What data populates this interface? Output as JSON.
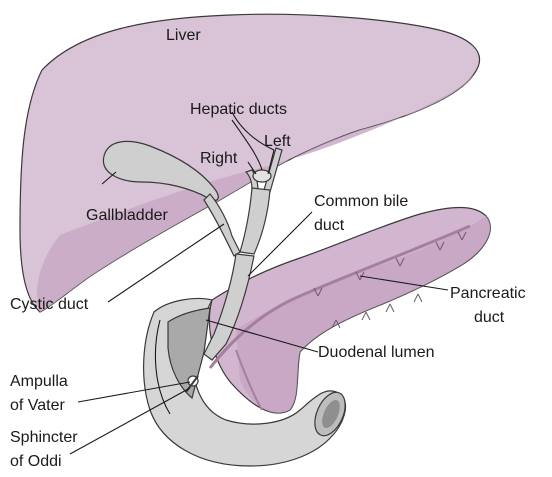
{
  "labels": {
    "liver": "Liver",
    "hepatic_ducts": "Hepatic ducts",
    "right": "Right",
    "left": "Left",
    "gallbladder": "Gallbladder",
    "common_bile_duct": [
      "Common bile",
      "duct"
    ],
    "pancreatic_duct": [
      "Pancreatic",
      "duct"
    ],
    "cystic_duct": "Cystic duct",
    "duodenal_lumen": "Duodenal lumen",
    "ampulla_of_vater": [
      "Ampulla",
      "of Vater"
    ],
    "sphincter_of_oddi": [
      "Sphincter",
      "of Oddi"
    ]
  },
  "colors": {
    "liver": "#d9c3d6",
    "liver_shade": "#c8a9c5",
    "pancreas": "#d2b6cf",
    "pancreas_shade": "#c29fbe",
    "bile_ducts": "#cfcfcf",
    "duodenum": "#d6d6d6",
    "duodenum_lumen": "#a9a9a9",
    "outline": "#3a3a3a"
  }
}
